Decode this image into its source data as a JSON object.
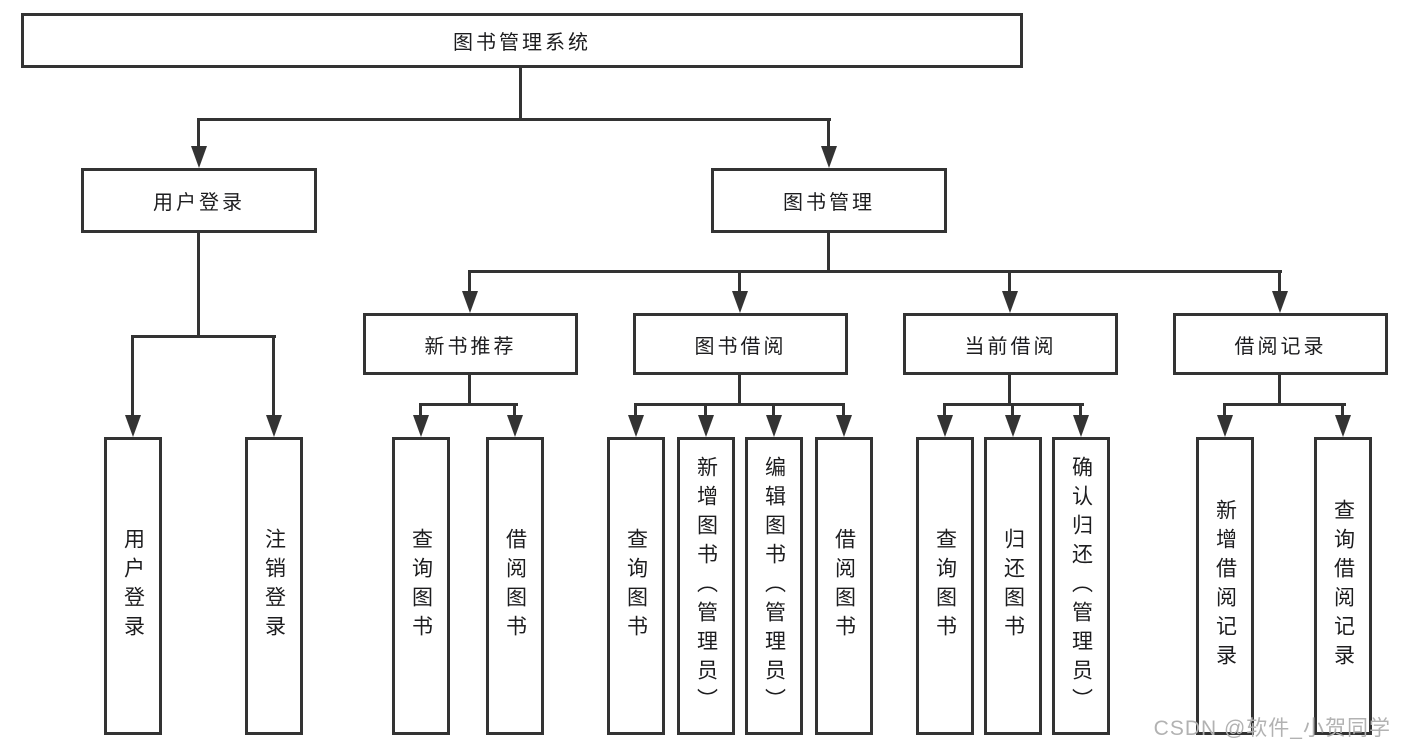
{
  "colors": {
    "line": "#333333",
    "text": "#1d1d1f",
    "watermark": "#b2b2b2",
    "background": "#ffffff"
  },
  "watermark": {
    "text": "CSDN @软件_小贺同学"
  },
  "tree": {
    "root": {
      "label": "图书管理系统",
      "children": [
        {
          "label": "用户登录",
          "children": [
            {
              "label": "用户登录"
            },
            {
              "label": "注销登录"
            }
          ]
        },
        {
          "label": "图书管理",
          "children": [
            {
              "label": "新书推荐",
              "children": [
                {
                  "label": "查询图书"
                },
                {
                  "label": "借阅图书"
                }
              ]
            },
            {
              "label": "图书借阅",
              "children": [
                {
                  "label": "查询图书"
                },
                {
                  "label": "新增图书（管理员）"
                },
                {
                  "label": "编辑图书（管理员）"
                },
                {
                  "label": "借阅图书"
                }
              ]
            },
            {
              "label": "当前借阅",
              "children": [
                {
                  "label": "查询图书"
                },
                {
                  "label": "归还图书"
                },
                {
                  "label": "确认归还（管理员）"
                }
              ]
            },
            {
              "label": "借阅记录",
              "children": [
                {
                  "label": "新增借阅记录"
                },
                {
                  "label": "查询借阅记录"
                }
              ]
            }
          ]
        }
      ]
    }
  }
}
